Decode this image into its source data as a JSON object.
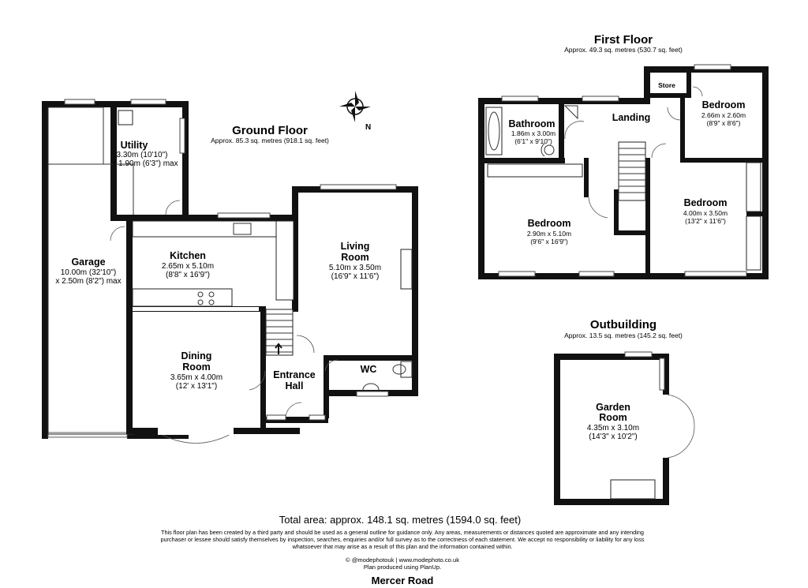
{
  "ground_floor": {
    "title": "Ground Floor",
    "area": "Approx. 85.3 sq. metres (918.1 sq. feet)",
    "rooms": {
      "utility": {
        "name": "Utility",
        "dim_1": "3.30m (10'10\")",
        "dim_2": "x 1.90m (6'3\") max"
      },
      "garage": {
        "name": "Garage",
        "dim_1": "10.00m (32'10\")",
        "dim_2": "x 2.50m (8'2\") max"
      },
      "kitchen": {
        "name": "Kitchen",
        "dim_1": "2.65m x 5.10m",
        "dim_2": "(8'8\" x 16'9\")"
      },
      "living_room": {
        "name_1": "Living",
        "name_2": "Room",
        "dim_1": "5.10m x 3.50m",
        "dim_2": "(16'9\" x 11'6\")"
      },
      "dining_room": {
        "name_1": "Dining",
        "name_2": "Room",
        "dim_1": "3.65m x 4.00m",
        "dim_2": "(12' x 13'1\")"
      },
      "entrance_hall": {
        "name_1": "Entrance",
        "name_2": "Hall"
      },
      "wc": {
        "name": "WC"
      }
    },
    "compass_letter": "N"
  },
  "first_floor": {
    "title": "First Floor",
    "area": "Approx. 49.3 sq. metres (530.7 sq. feet)",
    "rooms": {
      "bathroom": {
        "name": "Bathroom",
        "dim_1": "1.86m x 3.00m",
        "dim_2": "(6'1\" x 9'10\")"
      },
      "landing": {
        "name": "Landing"
      },
      "store": {
        "name": "Store"
      },
      "bedroom_1": {
        "name": "Bedroom",
        "dim_1": "2.66m x 2.60m",
        "dim_2": "(8'9\" x 8'6\")"
      },
      "bedroom_2": {
        "name": "Bedroom",
        "dim_1": "2.90m x 5.10m",
        "dim_2": "(9'6\" x 16'9\")"
      },
      "bedroom_3": {
        "name": "Bedroom",
        "dim_1": "4.00m x 3.50m",
        "dim_2": "(13'2\" x 11'6\")"
      }
    }
  },
  "outbuilding": {
    "title": "Outbuilding",
    "area": "Approx. 13.5 sq. metres (145.2 sq. feet)",
    "rooms": {
      "garden_room": {
        "name_1": "Garden",
        "name_2": "Room",
        "dim_1": "4.35m x 3.10m",
        "dim_2": "(14'3\" x 10'2\")"
      }
    }
  },
  "footer": {
    "total_area": "Total area: approx. 148.1 sq. metres (1594.0 sq. feet)",
    "disclaimer_1": "This floor plan has been created by a third party and should be used as a general outline for guidance only. Any areas, measurements or distances quoted are approximate and any intending",
    "disclaimer_2": "purchaser or lessee should satisfy themselves by inspection, searches, enquiries and/or full survey as to the correctness of each statement. We accept no responsibility or liability for any loss",
    "disclaimer_3": "whatsoever that may arise as a result of this plan and the information contained within.",
    "credit_1": "© @modephotouk | www.modephoto.co.uk",
    "credit_2": "Plan produced using PlanUp.",
    "address": "Mercer Road"
  },
  "colors": {
    "wall": "#111111",
    "background": "#ffffff",
    "fixture": "#333333"
  }
}
